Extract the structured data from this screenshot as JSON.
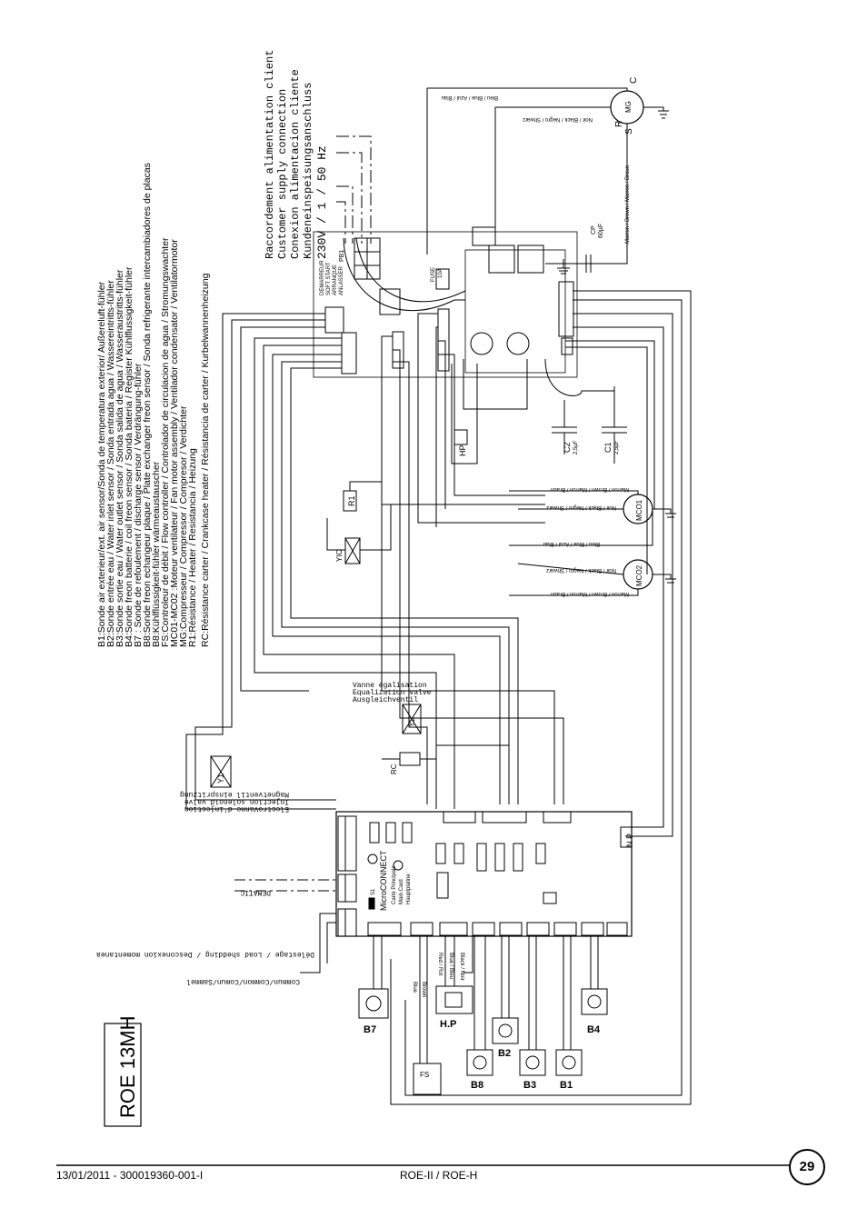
{
  "model_title": "ROE 13MH",
  "legend": [
    "B1:Sonde air exterieur/ext. air sensor/Sonda de temperatura exterior/ Außereluft-fühler",
    "B2:Sonde entrée eau / Water inlet sensor / Sonda entrada agua / Wassereintritts-fühler",
    "B3:Sonde sortie eau / Water outlet sensor / Sonda salida de  agua / Wasseraustritts-fühler",
    "B4:Sonde freon batterie / coil freon sensor / Sonda bateria / Register Kühlflussigkeit-fühler",
    "B7 : Sonde de refoulement / discharge sensor / Verdrängung-fühler",
    "B8:Sonde freon echangeur plaque / Plate exchanger freon sensor / Sonda refrigerante intercambiadores de placas",
    "B8:Kühlflüssigkeit-fühler wärmeaustauscher",
    "FS:Controleur de débit / Flow controller / Controlador de circulacion de agua / Stromungswachter",
    "MC01-MC02 :Moteur ventilateur / Fan motor assembly / Ventilador condensator / Ventilatormotor",
    "MG:Compresseur / Compressor / Compresor / Verdichter",
    "R1:Résistance / Heater / Resistancia / Heizung",
    "RC:Résistance carter / Crankcase heater / Résistancia de carter / Kurbelwannenheizung"
  ],
  "supply": {
    "lines": [
      "Raccordement alimentation client",
      "Customer supply connection",
      "Conexion alimentacion cliente",
      "Kundeneinspeisungsanschluss",
      "230V / 1 / 50 Hz"
    ]
  },
  "valve_y2": {
    "lines": [
      "Vanne égalisation",
      "Equalization valve",
      "Ausgleichventil"
    ],
    "label": "Y2"
  },
  "valve_y1": {
    "lines": [
      "ElectroVanne d'injection",
      "Injection solenoid valve",
      "Magnetventil einspritzung"
    ],
    "label": "Y1"
  },
  "labels": {
    "dematic": "DEMATIC",
    "load_shedding": "Délestage / Load shedding / Desconexion momentanea",
    "common": "Commun/Common/Comun/Sammel",
    "board": [
      "MicroCONNECT",
      "Carte Principale",
      "Main Card",
      "Hauptplatine"
    ],
    "fuse": [
      "FUSE",
      "10A"
    ],
    "softstart": [
      "DEMARREUR",
      "SOFT START",
      "ARRANQUE",
      "ANLASSER"
    ],
    "cp": [
      "CP",
      "60µF"
    ],
    "c1": [
      "C1",
      "2,5µF"
    ],
    "c2": [
      "C2",
      "2,5µF"
    ],
    "mg": "MG",
    "mco1": "MCO1",
    "mco2": "MCO2",
    "hp": "HP",
    "hp2": "H.P",
    "r1": "R1",
    "rc": "RC",
    "yic": "YIC",
    "fs": "FS",
    "b1": "B1",
    "b2": "B2",
    "b3": "B3",
    "b4": "B4",
    "b7": "B7",
    "b8": "B8",
    "s1": "S1",
    "pb1": "PB1",
    "mg_c": "C",
    "mg_r": "R",
    "mg_s": "S",
    "np": "N P"
  },
  "wire_colors": {
    "mg_blue": "Bleu / Blue / Azul / Blau",
    "mg_black": "Noir / Black / Negro / Shwarz",
    "mg_brown": "Marron / Brown / Marron / Braun",
    "mco1_brown": "Marron / Brown / Marron / Braun",
    "mco1_black": "Noir / Black / Negro / Shwarz",
    "mco1_blue": "Bleu / Blue / Azul / Blau",
    "mco2_black": "Noir / Black / Negro / Shwarz",
    "mco2_brown": "Marron / Brown / Marron / Braun",
    "b_blue": "Blue",
    "b_brown": "Brown",
    "red": "Red / Rot",
    "blue_bleu": "Blue / Bleu",
    "black": "Black / Noir"
  },
  "footer": {
    "left": "13/01/2011 - 300019360-001-I",
    "center": "ROE-II / ROE-H",
    "page": "29"
  }
}
